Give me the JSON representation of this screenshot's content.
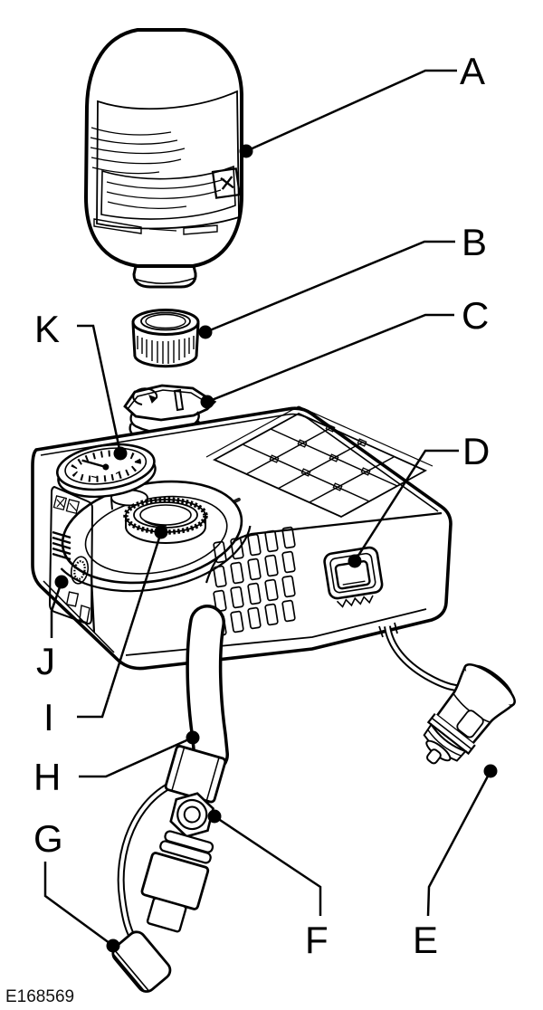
{
  "figure": {
    "code": "E168569",
    "callouts": [
      {
        "label": "A"
      },
      {
        "label": "B"
      },
      {
        "label": "C"
      },
      {
        "label": "D"
      },
      {
        "label": "E"
      },
      {
        "label": "F"
      },
      {
        "label": "G"
      },
      {
        "label": "H"
      },
      {
        "label": "I"
      },
      {
        "label": "J"
      },
      {
        "label": "K"
      }
    ]
  },
  "icons": {
    "bottle_warning": "✕"
  },
  "colors": {
    "line": "#000000",
    "background": "#ffffff"
  }
}
